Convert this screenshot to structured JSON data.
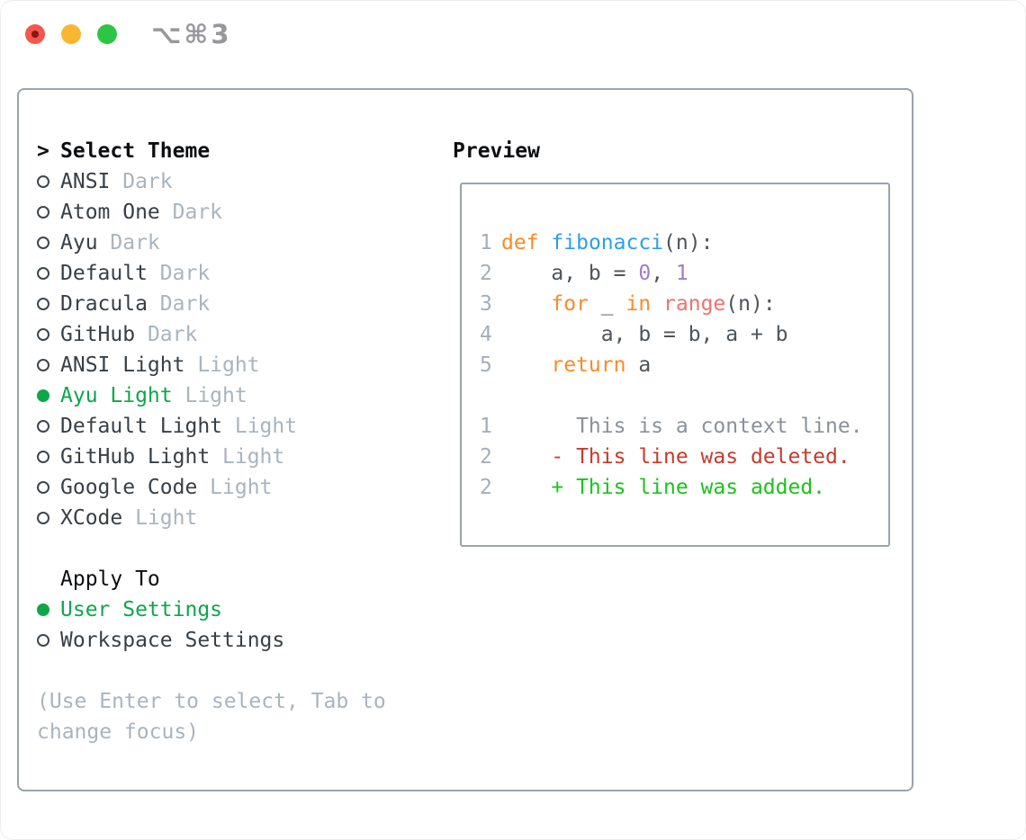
{
  "window": {
    "title": "⌥⌘3",
    "traffic_lights": [
      {
        "name": "close"
      },
      {
        "name": "minimize"
      },
      {
        "name": "zoom"
      }
    ]
  },
  "theme_picker": {
    "marker": ">",
    "header": "Select Theme",
    "items": [
      {
        "name": "ANSI",
        "variant": "Dark",
        "selected": false
      },
      {
        "name": "Atom One",
        "variant": "Dark",
        "selected": false
      },
      {
        "name": "Ayu",
        "variant": "Dark",
        "selected": false
      },
      {
        "name": "Default",
        "variant": "Dark",
        "selected": false
      },
      {
        "name": "Dracula",
        "variant": "Dark",
        "selected": false
      },
      {
        "name": "GitHub",
        "variant": "Dark",
        "selected": false
      },
      {
        "name": "ANSI Light",
        "variant": "Light",
        "selected": false
      },
      {
        "name": "Ayu Light",
        "variant": "Light",
        "selected": true
      },
      {
        "name": "Default Light",
        "variant": "Light",
        "selected": false
      },
      {
        "name": "GitHub Light",
        "variant": "Light",
        "selected": false
      },
      {
        "name": "Google Code",
        "variant": "Light",
        "selected": false
      },
      {
        "name": "XCode",
        "variant": "Light",
        "selected": false
      }
    ]
  },
  "apply_to": {
    "header": "Apply To",
    "options": [
      {
        "label": "User Settings",
        "selected": true
      },
      {
        "label": "Workspace Settings",
        "selected": false
      }
    ]
  },
  "hint": "(Use Enter to select, Tab to change focus)",
  "preview": {
    "header": "Preview",
    "lines": [
      {
        "num": "1",
        "tokens": [
          [
            "def",
            "kw"
          ],
          [
            " ",
            "fg"
          ],
          [
            "fibonacci",
            "fn"
          ],
          [
            "(n):",
            "fg"
          ]
        ]
      },
      {
        "num": "2",
        "tokens": [
          [
            "    a, b = ",
            "fg"
          ],
          [
            "0",
            "num"
          ],
          [
            ", ",
            "fg"
          ],
          [
            "1",
            "num"
          ]
        ]
      },
      {
        "num": "3",
        "tokens": [
          [
            "    ",
            "fg"
          ],
          [
            "for",
            "kw"
          ],
          [
            " _ ",
            "fg"
          ],
          [
            "in",
            "kw"
          ],
          [
            " ",
            "fg"
          ],
          [
            "range",
            "coral"
          ],
          [
            "(n):",
            "fg"
          ]
        ]
      },
      {
        "num": "4",
        "tokens": [
          [
            "        a, b = b, a + b",
            "fg"
          ]
        ]
      },
      {
        "num": "5",
        "tokens": [
          [
            "    ",
            "fg"
          ],
          [
            "return",
            "kw"
          ],
          [
            " a",
            "fg"
          ]
        ]
      },
      {
        "num": "",
        "tokens": []
      },
      {
        "num": "1",
        "tokens": [
          [
            "      This is a context line.",
            "ctx"
          ]
        ]
      },
      {
        "num": "2",
        "tokens": [
          [
            "    - This line was deleted.",
            "del"
          ]
        ]
      },
      {
        "num": "2",
        "tokens": [
          [
            "    + This line was added.",
            "add"
          ]
        ]
      }
    ]
  },
  "colors": {
    "selection_green": "#0ea64b",
    "diff_added": "#1cc21c",
    "diff_deleted": "#c83a2c",
    "diff_context": "#8b9199",
    "syntax_keyword": "#f98b26",
    "syntax_function": "#2ba0e8",
    "syntax_number": "#a37acc",
    "syntax_builtin": "#f07171",
    "syntax_foreground": "#4e545b",
    "line_number": "#a6aeb8",
    "muted_text": "#a9b4bf",
    "frame_border": "#9aa3ae",
    "traffic_red": "#f5564e",
    "traffic_yellow": "#f9b632",
    "traffic_green": "#2ec546"
  }
}
